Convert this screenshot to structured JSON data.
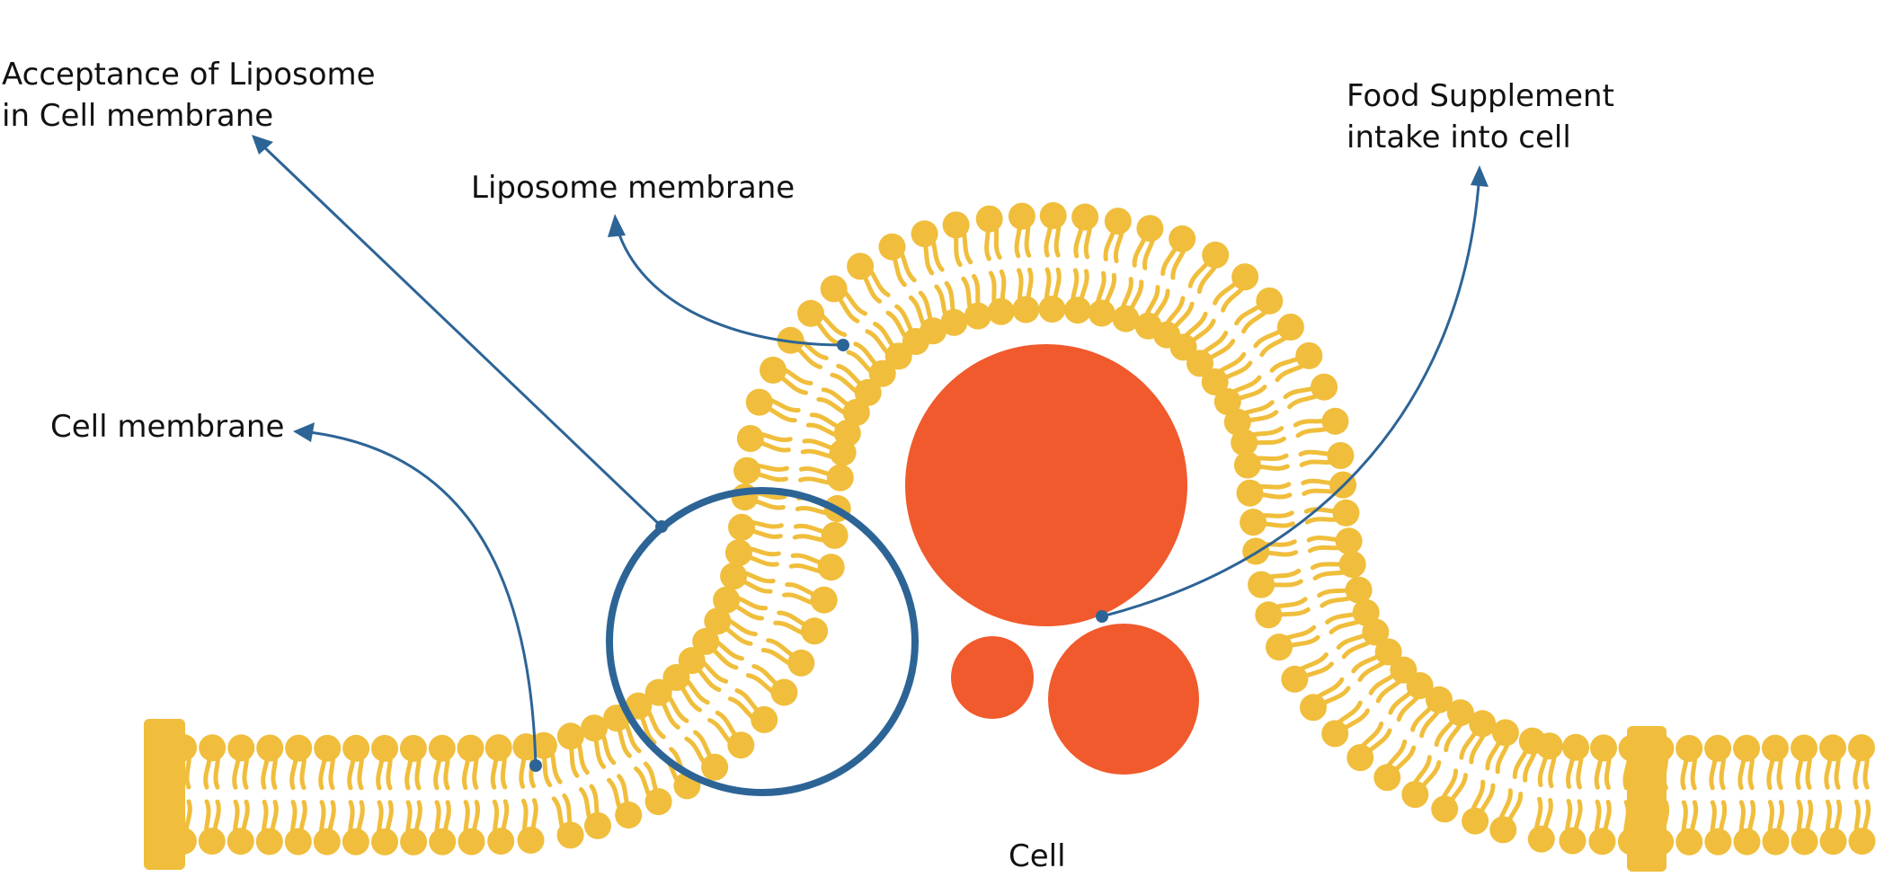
{
  "labels": {
    "acceptance_line1": "Acceptance of Liposome",
    "acceptance_line2": "in Cell membrane",
    "liposome_membrane": "Liposome membrane",
    "food_line1": "Food Supplement",
    "food_line2": "intake into cell",
    "cell_membrane": "Cell membrane",
    "cell": "Cell"
  },
  "colors": {
    "lipid": "#F0BE3C",
    "pointer": "#2D6496",
    "nutrient": "#F05A2C",
    "text": "#111111"
  }
}
